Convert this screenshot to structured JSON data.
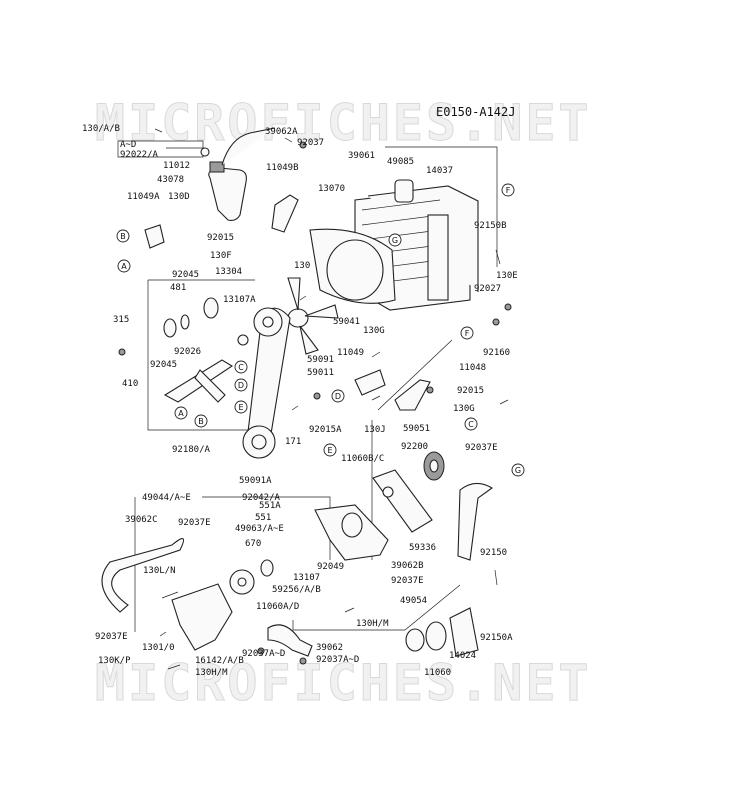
{
  "diagram": {
    "code": "E0150-A142J",
    "watermark": "MICROFICHES.NET",
    "labels": [
      {
        "id": "l1",
        "text": "130/A/B"
      },
      {
        "id": "l2",
        "text": "A~D"
      },
      {
        "id": "l3",
        "text": "92022/A"
      },
      {
        "id": "l4",
        "text": "11012"
      },
      {
        "id": "l5",
        "text": "43078"
      },
      {
        "id": "l6",
        "text": "11049A"
      },
      {
        "id": "l7",
        "text": "130D"
      },
      {
        "id": "l8",
        "text": "92015"
      },
      {
        "id": "l9",
        "text": "130F"
      },
      {
        "id": "l10",
        "text": "13304"
      },
      {
        "id": "l11",
        "text": "92045"
      },
      {
        "id": "l12",
        "text": "481"
      },
      {
        "id": "l13",
        "text": "315"
      },
      {
        "id": "l14",
        "text": "92026"
      },
      {
        "id": "l15",
        "text": "92045"
      },
      {
        "id": "l16",
        "text": "410"
      },
      {
        "id": "l17",
        "text": "13107A"
      },
      {
        "id": "l18",
        "text": "39062A"
      },
      {
        "id": "l19",
        "text": "92037"
      },
      {
        "id": "l20",
        "text": "39061"
      },
      {
        "id": "l21",
        "text": "49085"
      },
      {
        "id": "l22",
        "text": "14037"
      },
      {
        "id": "l23",
        "text": "11049B"
      },
      {
        "id": "l24",
        "text": "13070"
      },
      {
        "id": "l25",
        "text": "92150B"
      },
      {
        "id": "l26",
        "text": "130E"
      },
      {
        "id": "l27",
        "text": "130"
      },
      {
        "id": "l28",
        "text": "92027"
      },
      {
        "id": "l29",
        "text": "92160"
      },
      {
        "id": "l30",
        "text": "59041"
      },
      {
        "id": "l31",
        "text": "130G"
      },
      {
        "id": "l32",
        "text": "11049"
      },
      {
        "id": "l33",
        "text": "59091"
      },
      {
        "id": "l34",
        "text": "59011"
      },
      {
        "id": "l35",
        "text": "11048"
      },
      {
        "id": "l36",
        "text": "92015"
      },
      {
        "id": "l37",
        "text": "130G"
      },
      {
        "id": "l38",
        "text": "171"
      },
      {
        "id": "l39",
        "text": "92015A"
      },
      {
        "id": "l40",
        "text": "130J"
      },
      {
        "id": "l41",
        "text": "92180/A"
      },
      {
        "id": "l42",
        "text": "59051"
      },
      {
        "id": "l43",
        "text": "92200"
      },
      {
        "id": "l44",
        "text": "92037E"
      },
      {
        "id": "l45",
        "text": "11060B/C"
      },
      {
        "id": "l46",
        "text": "59091A"
      },
      {
        "id": "l47",
        "text": "49044/A~E"
      },
      {
        "id": "l48",
        "text": "92042/A"
      },
      {
        "id": "l49",
        "text": "551A"
      },
      {
        "id": "l50",
        "text": "551"
      },
      {
        "id": "l51",
        "text": "39062C"
      },
      {
        "id": "l52",
        "text": "92037E"
      },
      {
        "id": "l53",
        "text": "49063/A~E"
      },
      {
        "id": "l54",
        "text": "670"
      },
      {
        "id": "l55",
        "text": "59336"
      },
      {
        "id": "l56",
        "text": "92049"
      },
      {
        "id": "l57",
        "text": "13107"
      },
      {
        "id": "l58",
        "text": "130L/N"
      },
      {
        "id": "l59",
        "text": "59256/A/B"
      },
      {
        "id": "l60",
        "text": "39062B"
      },
      {
        "id": "l61",
        "text": "92150"
      },
      {
        "id": "l62",
        "text": "92037E"
      },
      {
        "id": "l63",
        "text": "11060A/D"
      },
      {
        "id": "l64",
        "text": "49054"
      },
      {
        "id": "l65",
        "text": "92150A"
      },
      {
        "id": "l66",
        "text": "92037E"
      },
      {
        "id": "l67",
        "text": "130H/M"
      },
      {
        "id": "l68",
        "text": "1301/0"
      },
      {
        "id": "l69",
        "text": "92037A~D"
      },
      {
        "id": "l70",
        "text": "39062"
      },
      {
        "id": "l71",
        "text": "14024"
      },
      {
        "id": "l72",
        "text": "130K/P"
      },
      {
        "id": "l73",
        "text": "16142/A/B"
      },
      {
        "id": "l74",
        "text": "92037A~D"
      },
      {
        "id": "l75",
        "text": "130H/M"
      },
      {
        "id": "l76",
        "text": "11060"
      }
    ],
    "callouts": [
      {
        "id": "c1",
        "letter": "F"
      },
      {
        "id": "c2",
        "letter": "G"
      },
      {
        "id": "c3",
        "letter": "B"
      },
      {
        "id": "c4",
        "letter": "A"
      },
      {
        "id": "c5",
        "letter": "F"
      },
      {
        "id": "c6",
        "letter": "C"
      },
      {
        "id": "c7",
        "letter": "D"
      },
      {
        "id": "c8",
        "letter": "E"
      },
      {
        "id": "c9",
        "letter": "A"
      },
      {
        "id": "c10",
        "letter": "B"
      },
      {
        "id": "c11",
        "letter": "D"
      },
      {
        "id": "c12",
        "letter": "E"
      },
      {
        "id": "c13",
        "letter": "C"
      },
      {
        "id": "c14",
        "letter": "G"
      }
    ]
  }
}
